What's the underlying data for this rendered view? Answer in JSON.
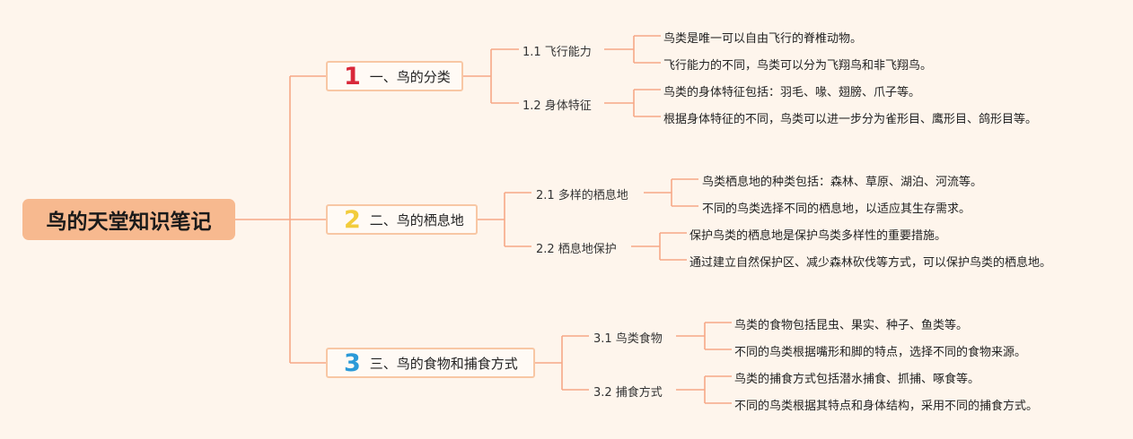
{
  "root": {
    "title": "鸟的天堂知识笔记"
  },
  "branches": [
    {
      "num": "1",
      "label": "一、鸟的分类",
      "subs": [
        {
          "label": "1.1 飞行能力",
          "leaves": [
            "鸟类是唯一可以自由飞行的脊椎动物。",
            "飞行能力的不同，鸟类可以分为飞翔鸟和非飞翔鸟。"
          ]
        },
        {
          "label": "1.2 身体特征",
          "leaves": [
            "鸟类的身体特征包括：羽毛、喙、翅膀、爪子等。",
            "根据身体特征的不同，鸟类可以进一步分为雀形目、鹰形目、鸽形目等。"
          ]
        }
      ]
    },
    {
      "num": "2",
      "label": "二、鸟的栖息地",
      "subs": [
        {
          "label": "2.1 多样的栖息地",
          "leaves": [
            "鸟类栖息地的种类包括：森林、草原、湖泊、河流等。",
            "不同的鸟类选择不同的栖息地，以适应其生存需求。"
          ]
        },
        {
          "label": "2.2 栖息地保护",
          "leaves": [
            "保护鸟类的栖息地是保护鸟类多样性的重要措施。",
            "通过建立自然保护区、减少森林砍伐等方式，可以保护鸟类的栖息地。"
          ]
        }
      ]
    },
    {
      "num": "3",
      "label": "三、鸟的食物和捕食方式",
      "subs": [
        {
          "label": "3.1 鸟类食物",
          "leaves": [
            "鸟类的食物包括昆虫、果实、种子、鱼类等。",
            "不同的鸟类根据嘴形和脚的特点，选择不同的食物来源。"
          ]
        },
        {
          "label": "3.2 捕食方式",
          "leaves": [
            "鸟类的捕食方式包括潜水捕食、抓捕、啄食等。",
            "不同的鸟类根据其特点和身体结构，采用不同的捕食方式。"
          ]
        }
      ]
    }
  ],
  "colors": {
    "line": "#f6a887",
    "root_bg": "#f7b98f",
    "background": "#fef5ec"
  }
}
